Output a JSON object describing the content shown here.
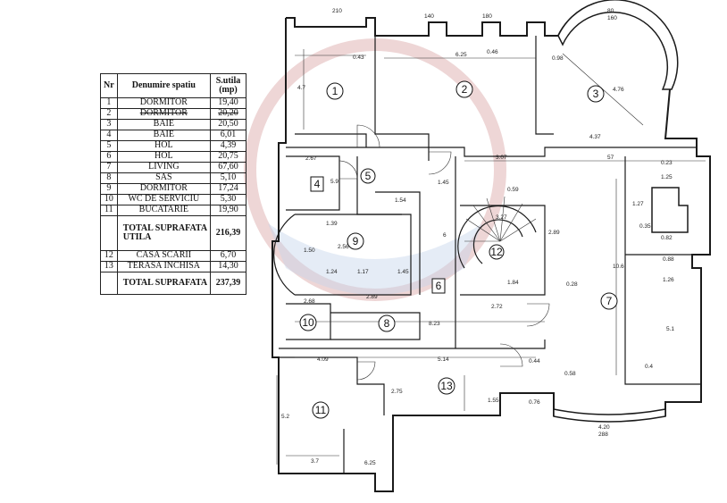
{
  "table": {
    "headers": {
      "nr": "Nr",
      "name": "Denumire spatiu",
      "area": "S.utila (mp)"
    },
    "rows": [
      {
        "nr": "1",
        "name": "DORMITOR",
        "area": "19,40"
      },
      {
        "nr": "2",
        "name": "DORMITOR",
        "area": "20,20"
      },
      {
        "nr": "3",
        "name": "BAIE",
        "area": "20,50"
      },
      {
        "nr": "4",
        "name": "BAIE",
        "area": "6,01"
      },
      {
        "nr": "5",
        "name": "HOL",
        "area": "4,39"
      },
      {
        "nr": "6",
        "name": "HOL",
        "area": "20,75"
      },
      {
        "nr": "7",
        "name": "LIVING",
        "area": "67,60"
      },
      {
        "nr": "8",
        "name": "SAS",
        "area": "5,10"
      },
      {
        "nr": "9",
        "name": "DORMITOR",
        "area": "17,24"
      },
      {
        "nr": "10",
        "name": "WC DE SERVICIU",
        "area": "5,30"
      },
      {
        "nr": "11",
        "name": "BUCATARIE",
        "area": "19,90"
      }
    ],
    "total_useful": {
      "label": "TOTAL SUPRAFATA UTILA",
      "value": "216,39"
    },
    "extra_rows": [
      {
        "nr": "12",
        "name": "CASA SCARII",
        "area": "6,70"
      },
      {
        "nr": "13",
        "name": "TERASA INCHISA",
        "area": "14,30"
      }
    ],
    "total": {
      "label": "TOTAL SUPRAFATA",
      "value": "237,39"
    }
  },
  "plan": {
    "room_numbers": [
      "1",
      "2",
      "3",
      "4",
      "5",
      "6",
      "7",
      "8",
      "9",
      "10",
      "11",
      "12",
      "13"
    ],
    "dimensions": [
      "210",
      "140",
      "180",
      "80",
      "160",
      "0.43",
      "6.25",
      "0.46",
      "0.98",
      "4.7",
      "4.37",
      "3.07",
      "57",
      "4.76",
      "2.67",
      "5.9",
      "1.45",
      "0.59",
      "1.54",
      "3.27",
      "2.89",
      "6",
      "1.39",
      "2.56",
      "1.50",
      "1.24",
      "1.17",
      "1.45",
      "2.68",
      "2.89",
      "8.23",
      "4.09",
      "5.14",
      "2.75",
      "1.55",
      "5.2",
      "3.7",
      "0.44",
      "0.58",
      "0.76",
      "4.20",
      "288",
      "0.4",
      "5.1",
      "1.26",
      "0.28",
      "1.84",
      "2.72",
      "1.27",
      "0.35",
      "0.82",
      "0.23",
      "1.25",
      "10.6",
      "0.88",
      "6.25"
    ],
    "watermark_color": "#d9a5a5",
    "watermark_accent": "#c5d4ec"
  }
}
